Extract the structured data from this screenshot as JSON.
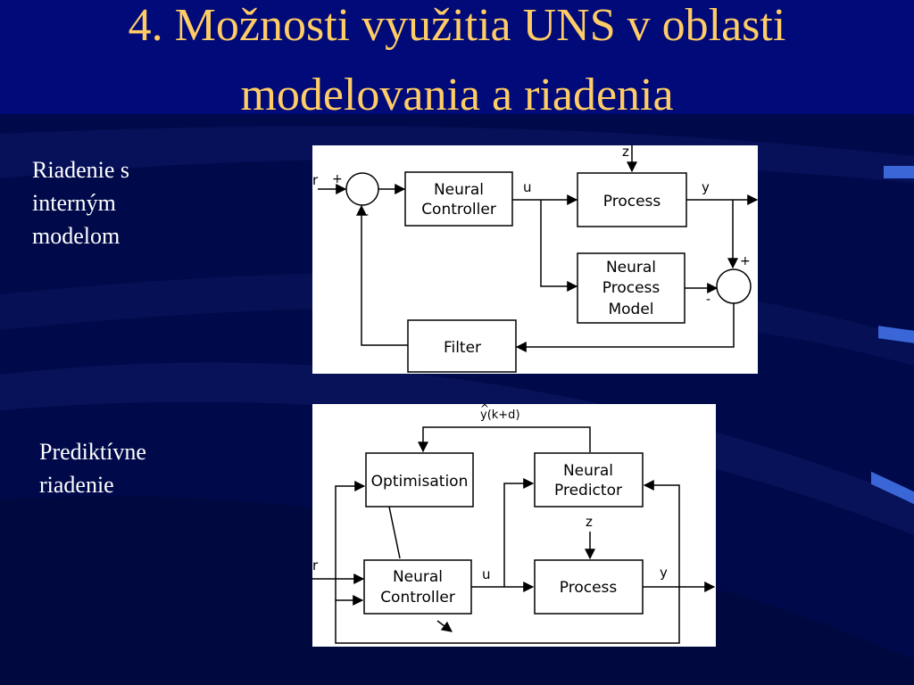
{
  "slide": {
    "title_line1": "4. Možnosti využitia UNS v oblasti",
    "title_line2": "modelovania a riadenia",
    "caption1": [
      "Riadenie s",
      "interným",
      "modelom"
    ],
    "caption2": [
      "Prediktívne",
      "riadenie"
    ]
  },
  "diagram1": {
    "blocks": {
      "neural_controller": [
        "Neural",
        "Controller"
      ],
      "process": "Process",
      "neural_process_model": [
        "Neural",
        "Process",
        "Model"
      ],
      "filter": "Filter"
    },
    "signals": {
      "r": "r",
      "u": "u",
      "y": "y",
      "z": "z",
      "plus": "+",
      "minus": "-"
    }
  },
  "diagram2": {
    "blocks": {
      "optimisation": "Optimisation",
      "neural_predictor": [
        "Neural",
        "Predictor"
      ],
      "neural_controller": [
        "Neural",
        "Controller"
      ],
      "process": "Process"
    },
    "signals": {
      "yhat": "y(k+d)",
      "hat": "^",
      "r": "r",
      "u": "u",
      "y": "y",
      "z": "z"
    }
  },
  "colors": {
    "background": "#000a4a",
    "title_bar": "#000a78",
    "title_text": "#ffcc66",
    "caption_text": "#ffffff",
    "accent_marks": "#3a66d8"
  }
}
